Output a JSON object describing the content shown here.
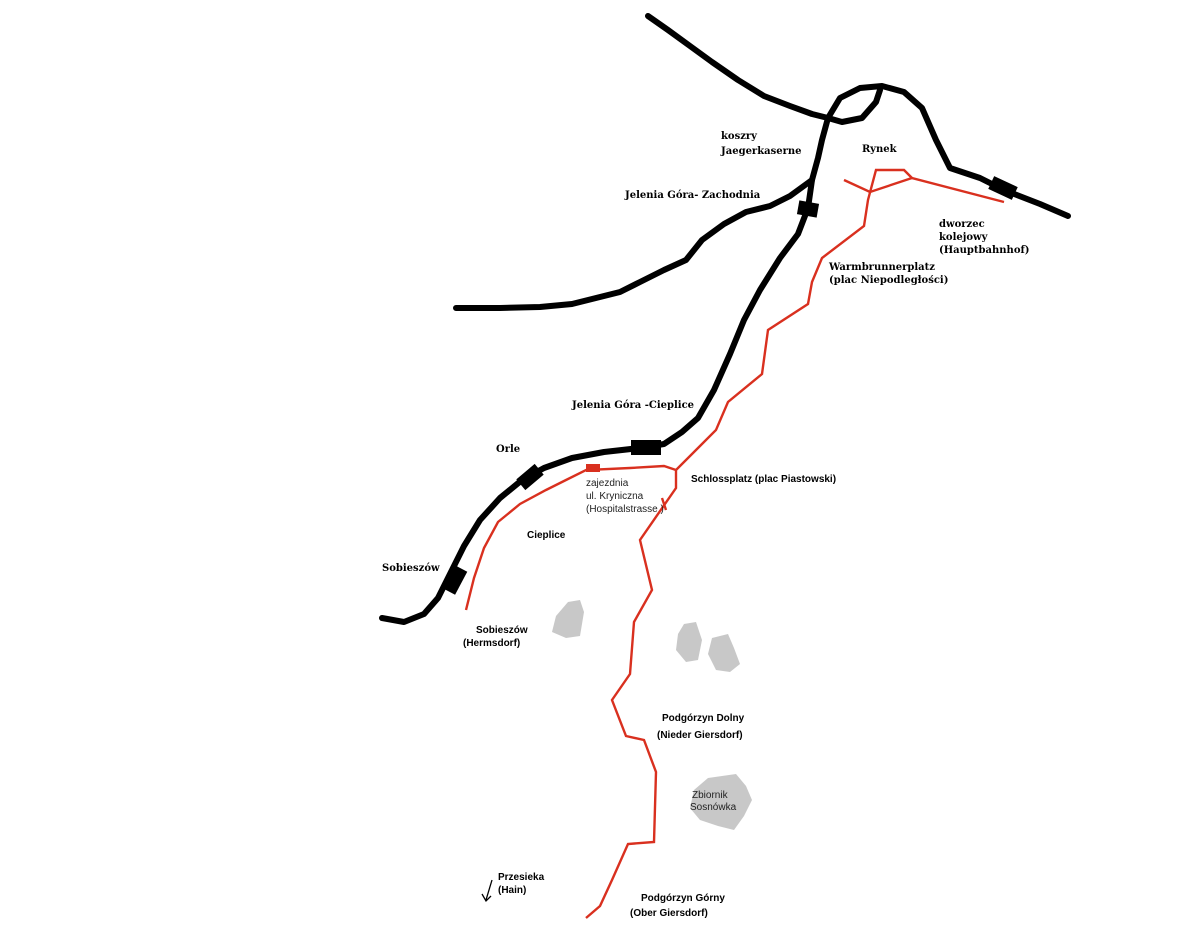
{
  "map": {
    "labels": {
      "koszry": "koszry",
      "jaegerkaserne": "Jaegerkaserne",
      "rynek": "Rynek",
      "jg_zachodnia": "Jelenia Góra- Zachodnia",
      "dworzec": "dworzec",
      "kolejowy": "kolejowy",
      "hauptbahnhof": "(Hauptbahnhof)",
      "warmbrunnerplatz": "Warmbrunnerplatz",
      "plac_niepodleglosci": "(plac Niepodległości)",
      "jg_cieplice": "Jelenia Góra -Cieplice",
      "orle": "Orle",
      "zajezdnia": "zajezdnia",
      "ul_kryniczna": "ul. Kryniczna",
      "hospitalstrasse": "(Hospitalstrasse )",
      "schlossplatz": "Schlossplatz (plac Piastowski)",
      "cieplice": "Cieplice",
      "sobieszow_rail": "Sobieszów",
      "sobieszow": "Sobieszów",
      "hermsdorf": "(Hermsdorf)",
      "podgorzyn_dolny": "Podgórzyn Dolny",
      "nieder_giersdorf": "(Nieder Giersdorf)",
      "zbiornik": "Zbiornik",
      "sosnowka": "Sosnówka",
      "przesieka": "Przesieka",
      "hain": "(Hain)",
      "podgorzyn_gorny": "Podgórzyn Górny",
      "ober_giersdorf": "(Ober Giersdorf)"
    },
    "colors": {
      "railway": "#000000",
      "tram_line": "#d9301f",
      "water": "#c8c8c8",
      "background": "#ffffff"
    }
  }
}
